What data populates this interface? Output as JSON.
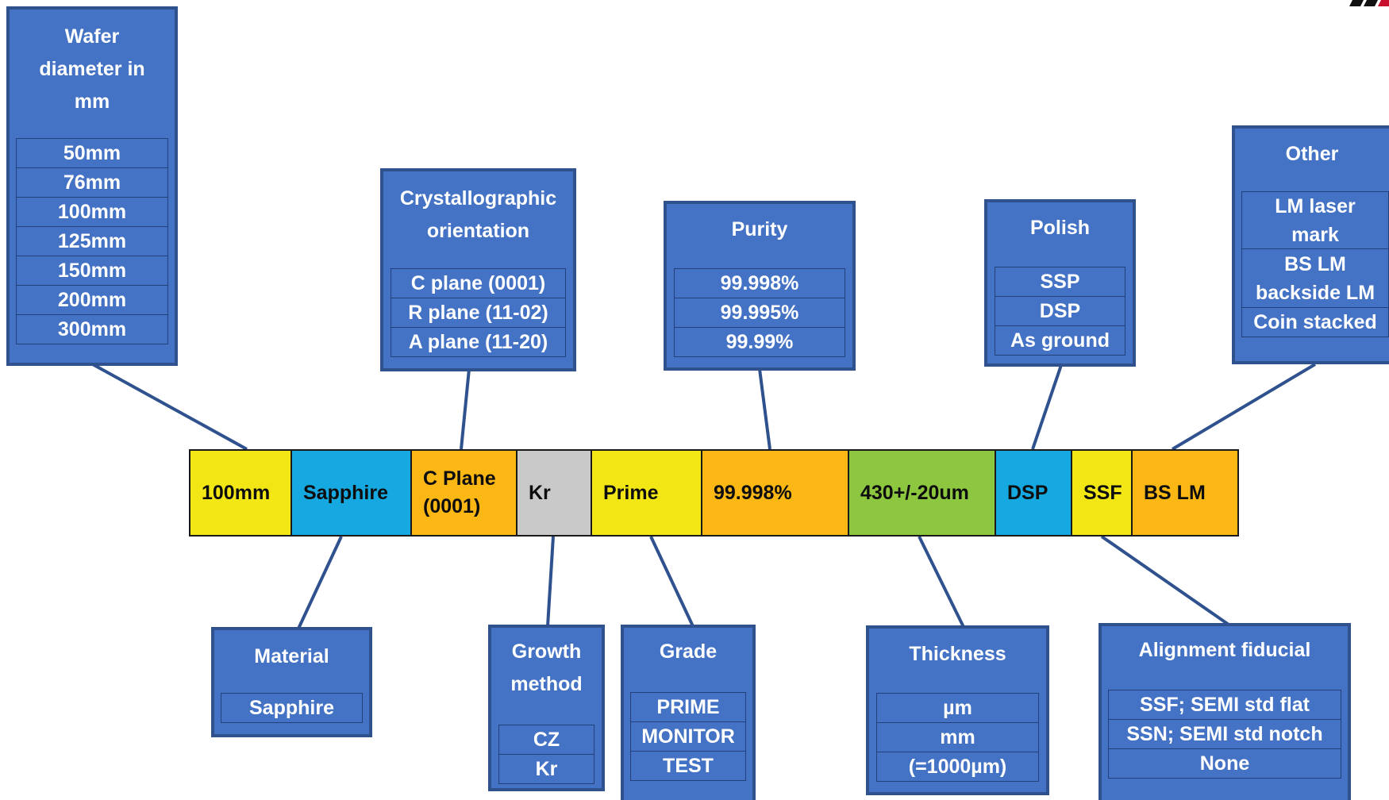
{
  "colors": {
    "box_fill": "#4472c4",
    "box_border": "#2f528f",
    "connector": "#2f528f",
    "yellow": "#f2e714",
    "blue": "#16a8e0",
    "orange": "#fbb814",
    "gray": "#c9c9c9",
    "green": "#8dc63f"
  },
  "code_segments": [
    {
      "text": "100mm",
      "color": "yellow"
    },
    {
      "text": "Sapphire",
      "color": "blue"
    },
    {
      "text": "C Plane\n(0001)",
      "color": "orange"
    },
    {
      "text": "Kr",
      "color": "gray"
    },
    {
      "text": "Prime",
      "color": "yellow"
    },
    {
      "text": "99.998%",
      "color": "orange"
    },
    {
      "text": "430+/-20um",
      "color": "green"
    },
    {
      "text": "DSP",
      "color": "blue"
    },
    {
      "text": "SSF",
      "color": "yellow"
    },
    {
      "text": "BS LM",
      "color": "orange"
    }
  ],
  "boxes": {
    "diameter": {
      "title": "Wafer\ndiameter in\nmm",
      "options": [
        "50mm",
        "76mm",
        "100mm",
        "125mm",
        "150mm",
        "200mm",
        "300mm"
      ]
    },
    "orientation": {
      "title": "Crystallographic\norientation",
      "options": [
        "C plane (0001)",
        "R plane (11-02)",
        "A plane (11-20)"
      ]
    },
    "purity": {
      "title": "Purity",
      "options": [
        "99.998%",
        "99.995%",
        "99.99%"
      ]
    },
    "polish": {
      "title": "Polish",
      "options": [
        "SSP",
        "DSP",
        "As ground"
      ]
    },
    "other": {
      "title": "Other",
      "options": [
        "LM laser\nmark",
        "BS LM\nbackside LM",
        "Coin stacked"
      ]
    },
    "material": {
      "title": "Material",
      "options": [
        "Sapphire"
      ]
    },
    "growth": {
      "title": "Growth\nmethod",
      "options": [
        "CZ",
        "Kr"
      ]
    },
    "grade": {
      "title": "Grade",
      "options": [
        "PRIME",
        "MONITOR",
        "TEST"
      ]
    },
    "thickness": {
      "title": "Thickness",
      "options": [
        "µm",
        "mm",
        "(=1000µm)"
      ]
    },
    "fiducial": {
      "title": "Alignment fiducial",
      "options": [
        "SSF; SEMI std flat",
        "SSN; SEMI std notch",
        "None"
      ]
    }
  }
}
